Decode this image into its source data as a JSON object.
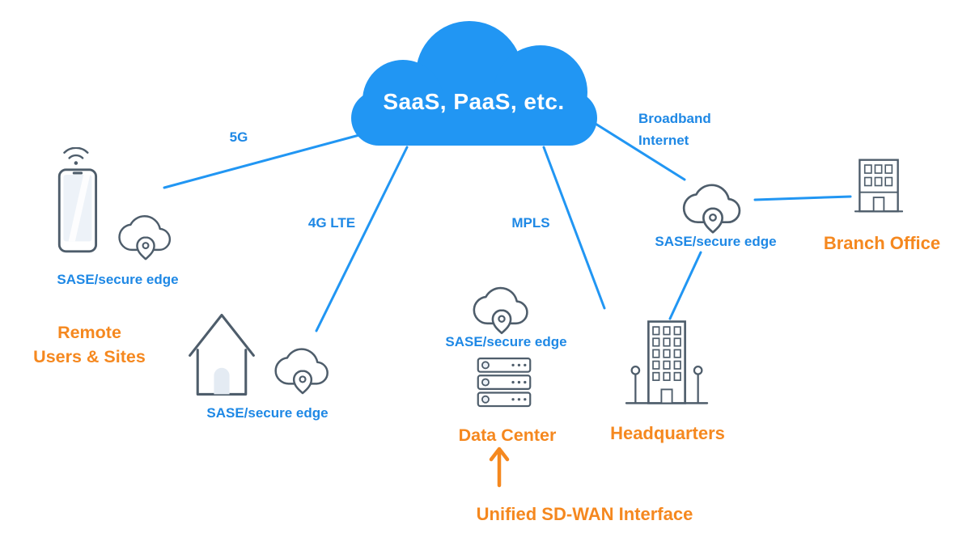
{
  "colors": {
    "primary_blue": "#2196F3",
    "label_blue": "#1E88E5",
    "accent_orange": "#F5881F",
    "icon_stroke": "#4E5D6B"
  },
  "cloud": {
    "label": "SaaS, PaaS, etc."
  },
  "connections": {
    "five_g": "5G",
    "four_g_lte": "4G LTE",
    "mpls": "MPLS",
    "broadband_line1": "Broadband",
    "broadband_line2": "Internet"
  },
  "nodes": {
    "remote": {
      "sase_label": "SASE/secure edge",
      "title_line1": "Remote",
      "title_line2": "Users & Sites",
      "device_icon": "smartphone-wifi-icon",
      "edge_icon": "sase-cloud-pin-icon"
    },
    "home": {
      "sase_label": "SASE/secure edge",
      "device_icon": "house-icon",
      "edge_icon": "sase-cloud-pin-icon"
    },
    "data_center": {
      "sase_label": "SASE/secure edge",
      "title": "Data Center",
      "device_icon": "server-rack-icon",
      "edge_icon": "sase-cloud-pin-icon"
    },
    "headquarters": {
      "title": "Headquarters",
      "device_icon": "hq-building-icon"
    },
    "branch": {
      "sase_label": "SASE/secure edge",
      "title": "Branch Office",
      "device_icon": "branch-building-icon",
      "edge_icon": "sase-cloud-pin-icon"
    }
  },
  "annotation": {
    "label": "Unified SD-WAN Interface",
    "icon": "up-arrow-icon"
  }
}
